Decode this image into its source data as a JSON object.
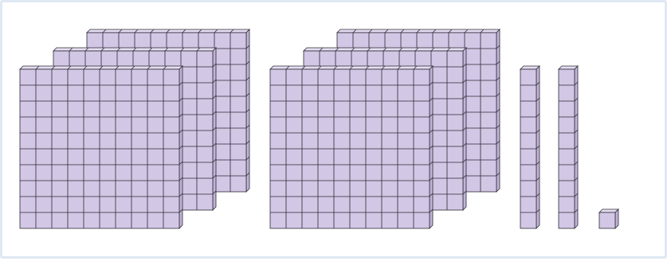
{
  "diagram": {
    "kind": "base-ten-blocks",
    "groups": [
      {
        "block": "flat",
        "count": 3
      },
      {
        "block": "flat",
        "count": 3
      },
      {
        "block": "rod",
        "count": 2
      },
      {
        "block": "unit",
        "count": 1
      }
    ],
    "colors": {
      "front_face": "#d3c7e6",
      "top_face": "#e6ddf2",
      "side_face": "#c2b4d9",
      "grid_line": "#2b2b33",
      "frame_border": "#dfe8f3"
    }
  }
}
